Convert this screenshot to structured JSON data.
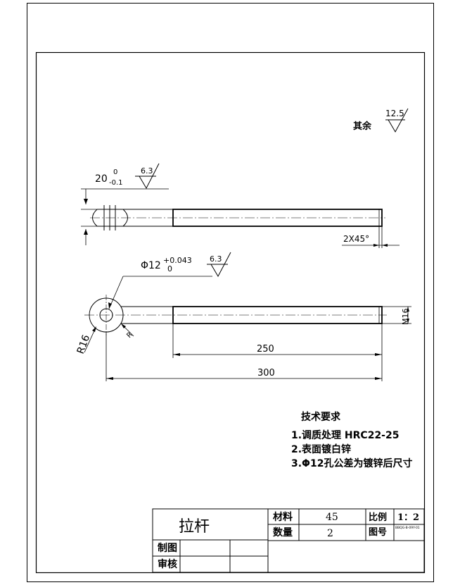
{
  "surface_finish_other": {
    "label": "其余",
    "roughness": "12.5"
  },
  "top_view": {
    "width_dim": "20",
    "width_tol_upper": "0",
    "width_tol_lower": "-0.1",
    "roughness": "6.3",
    "chamfer": "2X45°"
  },
  "front_view": {
    "hole_dim": "Φ12",
    "hole_tol_upper": "+0.043",
    "hole_tol_lower": "0",
    "roughness": "6.3",
    "small_radius": "R",
    "head_radius": "R16",
    "rod_diameter": "M16",
    "thread_length": "250",
    "total_length": "300"
  },
  "tech_requirements": {
    "title": "技术要求",
    "items": [
      "1.调质处理 HRC22-25",
      "2.表面镀白锌",
      "3.Φ12孔公差为镀锌后尺寸"
    ]
  },
  "title_block": {
    "part_name": "拉杆",
    "material_label": "材料",
    "material_value": "45",
    "quantity_label": "数量",
    "quantity_value": "2",
    "scale_label": "比例",
    "scale_value": "1：2",
    "drawing_no_label": "图号",
    "drawing_no_value": "BBQG-B-09Y-01",
    "drawn_label": "制图",
    "checked_label": "审核"
  }
}
